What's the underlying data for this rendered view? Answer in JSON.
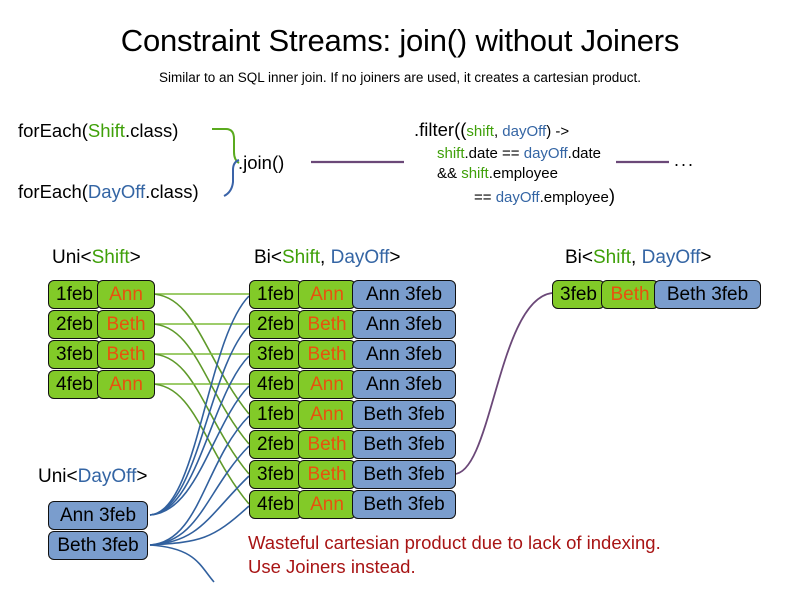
{
  "title": "Constraint Streams: join() without Joiners",
  "subtitle": "Similar to an SQL inner join. If no joiners are used, it creates a cartesian product.",
  "code": {
    "foreach_shift_pre": "forEach(",
    "foreach_shift_type": "Shift",
    "foreach_shift_post": ".class)",
    "foreach_dayoff_pre": "forEach(",
    "foreach_dayoff_type": "DayOff",
    "foreach_dayoff_post": ".class)",
    "join_label": ".join()",
    "filter_open": ".filter((",
    "filter_param_shift": "shift",
    "filter_param_comma": ", ",
    "filter_param_dayoff": "dayOff",
    "filter_arrow": ") ->",
    "filter_line2_a": "shift",
    "filter_line2_b": ".date == ",
    "filter_line2_c": "dayOff",
    "filter_line2_d": ".date",
    "filter_line3_a": "&& ",
    "filter_line3_b": "shift",
    "filter_line3_c": ".employee",
    "filter_line4_a": "== ",
    "filter_line4_b": "dayOff",
    "filter_line4_c": ".employee",
    "filter_close": ")",
    "ellipsis": "..."
  },
  "streams": {
    "uni_shift": {
      "header_pre": "Uni<",
      "header_type": "Shift",
      "header_post": ">",
      "rows": [
        {
          "date": "1feb",
          "employee": "Ann"
        },
        {
          "date": "2feb",
          "employee": "Beth"
        },
        {
          "date": "3feb",
          "employee": "Beth"
        },
        {
          "date": "4feb",
          "employee": "Ann"
        }
      ]
    },
    "uni_dayoff": {
      "header_pre": "Uni<",
      "header_type": "DayOff",
      "header_post": ">",
      "rows": [
        {
          "dayoff": "Ann 3feb"
        },
        {
          "dayoff": "Beth 3feb"
        }
      ]
    },
    "bi_middle": {
      "header_pre": "Bi<",
      "header_type_a": "Shift",
      "header_comma": ", ",
      "header_type_b": "DayOff",
      "header_post": ">",
      "rows": [
        {
          "date": "1feb",
          "employee": "Ann",
          "dayoff": "Ann 3feb"
        },
        {
          "date": "2feb",
          "employee": "Beth",
          "dayoff": "Ann 3feb"
        },
        {
          "date": "3feb",
          "employee": "Beth",
          "dayoff": "Ann 3feb"
        },
        {
          "date": "4feb",
          "employee": "Ann",
          "dayoff": "Ann 3feb"
        },
        {
          "date": "1feb",
          "employee": "Ann",
          "dayoff": "Beth 3feb"
        },
        {
          "date": "2feb",
          "employee": "Beth",
          "dayoff": "Beth 3feb"
        },
        {
          "date": "3feb",
          "employee": "Beth",
          "dayoff": "Beth 3feb"
        },
        {
          "date": "4feb",
          "employee": "Ann",
          "dayoff": "Beth 3feb"
        }
      ]
    },
    "bi_right": {
      "header_pre": "Bi<",
      "header_type_a": "Shift",
      "header_comma": ", ",
      "header_type_b": "DayOff",
      "header_post": ">",
      "rows": [
        {
          "date": "3feb",
          "employee": "Beth",
          "dayoff": "Beth 3feb"
        }
      ]
    }
  },
  "warning": {
    "line1": "Wasteful cartesian product due to lack of indexing.",
    "line2": "Use Joiners instead."
  },
  "colors": {
    "shift_green": "#82ca28",
    "dayoff_blue": "#7a9dcd",
    "employee_orange": "#e8510e",
    "type_green": "#3fa009",
    "type_blue": "#3465a4",
    "warning_red": "#a81414",
    "wire_purple": "#6b4878",
    "background": "#ffffff"
  }
}
